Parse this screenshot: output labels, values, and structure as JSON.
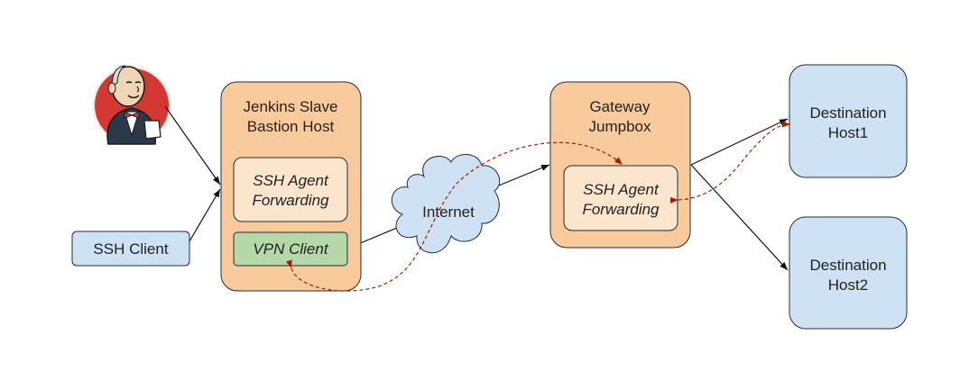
{
  "nodes": {
    "jenkins_logo": {
      "icon": "jenkins-butler-icon"
    },
    "ssh_client": {
      "label": "SSH Client",
      "fill": "#cfe2f3",
      "stroke": "#1f2d3d"
    },
    "bastion": {
      "title_line1": "Jenkins Slave",
      "title_line2": "Bastion Host",
      "fill": "#f9cb9c",
      "stroke": "#1f2d3d",
      "agent": {
        "line1": "SSH Agent",
        "line2": "Forwarding",
        "fill": "#fce5cd"
      },
      "vpn": {
        "label": "VPN Client",
        "fill": "#b6d7a8"
      }
    },
    "internet": {
      "label": "Internet",
      "fill": "#cfe2f3"
    },
    "gateway": {
      "title_line1": "Gateway",
      "title_line2": "Jumpbox",
      "fill": "#f9cb9c",
      "agent": {
        "line1": "SSH Agent",
        "line2": "Forwarding",
        "fill": "#fce5cd"
      }
    },
    "dest1": {
      "line1": "Destination",
      "line2": "Host1",
      "fill": "#cfe2f3"
    },
    "dest2": {
      "line1": "Destination",
      "line2": "Host2",
      "fill": "#cfe2f3"
    }
  },
  "colors": {
    "line": "#111111",
    "dashed": "#a61c00"
  }
}
